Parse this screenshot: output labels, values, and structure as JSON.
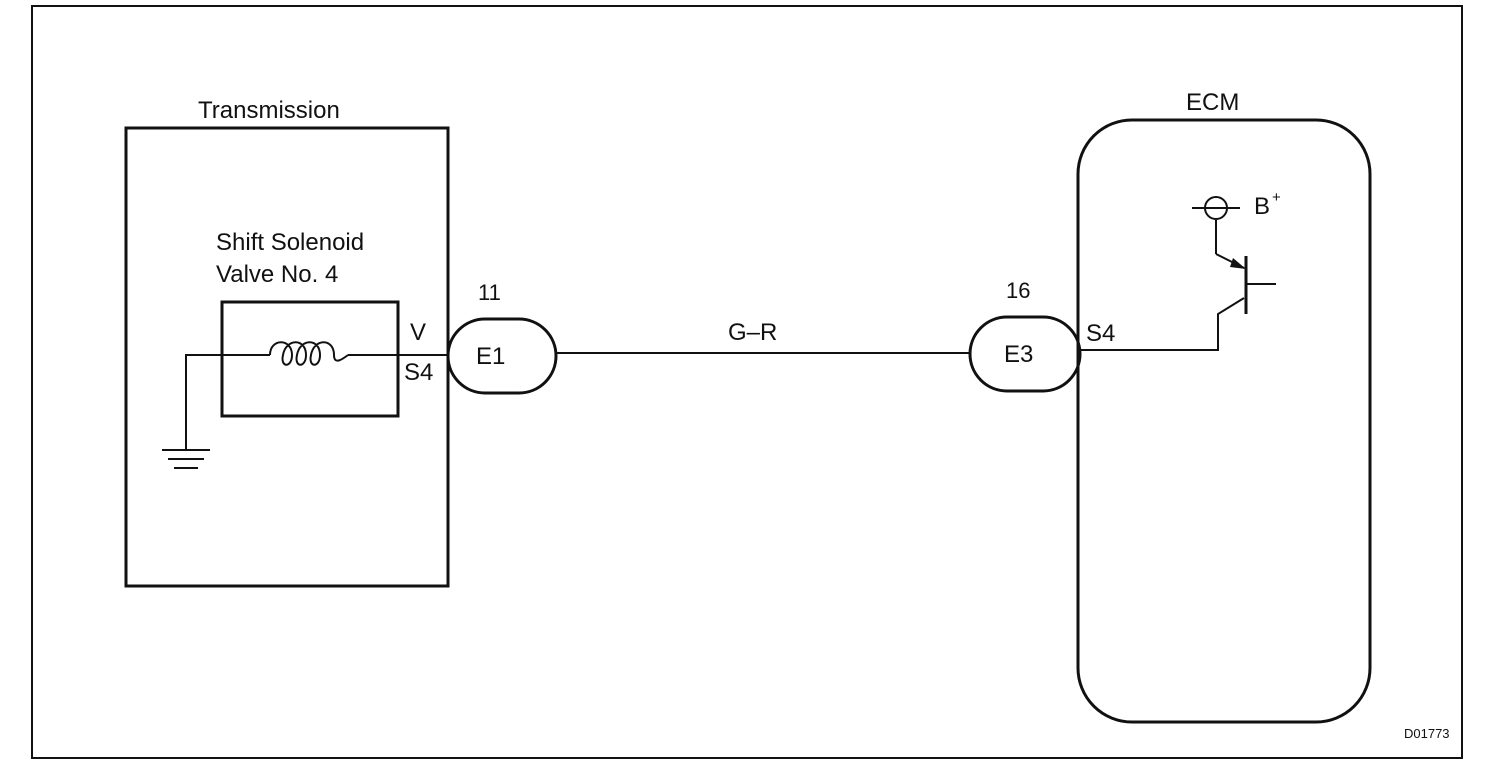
{
  "transmission": {
    "title": "Transmission",
    "solenoid_label_line1": "Shift Solenoid",
    "solenoid_label_line2": "Valve No. 4",
    "pin_v": "V",
    "pin_s4": "S4"
  },
  "connector_e1": {
    "pin_number": "11",
    "label": "E1"
  },
  "wire": {
    "color_code": "G–R"
  },
  "connector_e3": {
    "pin_number": "16",
    "label": "E3"
  },
  "ecm": {
    "title": "ECM",
    "pin_s4": "S4",
    "supply_label": "B",
    "supply_superscript": "+"
  },
  "figure_code": "D01773"
}
